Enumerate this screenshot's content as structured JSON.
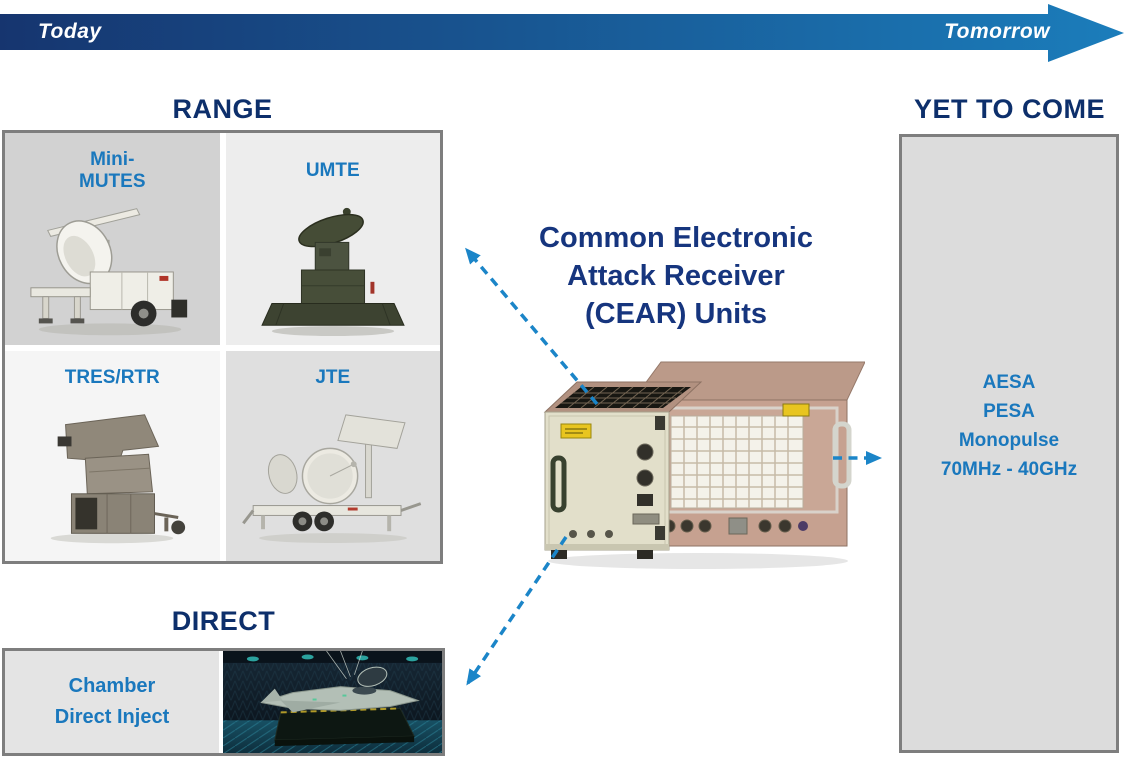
{
  "timeline": {
    "today_label": "Today",
    "tomorrow_label": "Tomorrow",
    "gradient_start": "#16356f",
    "gradient_end": "#1b7dbb"
  },
  "colors": {
    "heading_navy": "#0d2f6b",
    "title_navy": "#16357e",
    "label_blue": "#1a78bd",
    "arrow_blue": "#1b85c8"
  },
  "range": {
    "heading": "RANGE",
    "items": [
      {
        "name": "Mini-MUTES",
        "label_lines": [
          "Mini-",
          "MUTES"
        ],
        "image": "mini-mutes-mobile-radar-trailer-photo"
      },
      {
        "name": "UMTE",
        "label_lines": [
          "UMTE"
        ],
        "image": "umte-radar-threat-emitter-photo"
      },
      {
        "name": "TRES/RTR",
        "label_lines": [
          "TRES/RTR"
        ],
        "image": "tres-rtr-radar-unit-photo"
      },
      {
        "name": "JTE",
        "label_lines": [
          "JTE"
        ],
        "image": "jte-joint-threat-emitter-trailer-photo"
      }
    ]
  },
  "direct": {
    "heading": "DIRECT",
    "label_lines": [
      "Chamber",
      "Direct Inject"
    ],
    "image": "aircraft-anechoic-chamber-photo"
  },
  "yet_to_come": {
    "heading": "YET TO COME",
    "lines": [
      "AESA",
      "PESA",
      "Monopulse",
      "70MHz - 40GHz"
    ]
  },
  "center": {
    "title_lines": [
      "Common Electronic",
      "Attack Receiver",
      "(CEAR) Units"
    ],
    "image": "cear-receiver-units-photo"
  }
}
